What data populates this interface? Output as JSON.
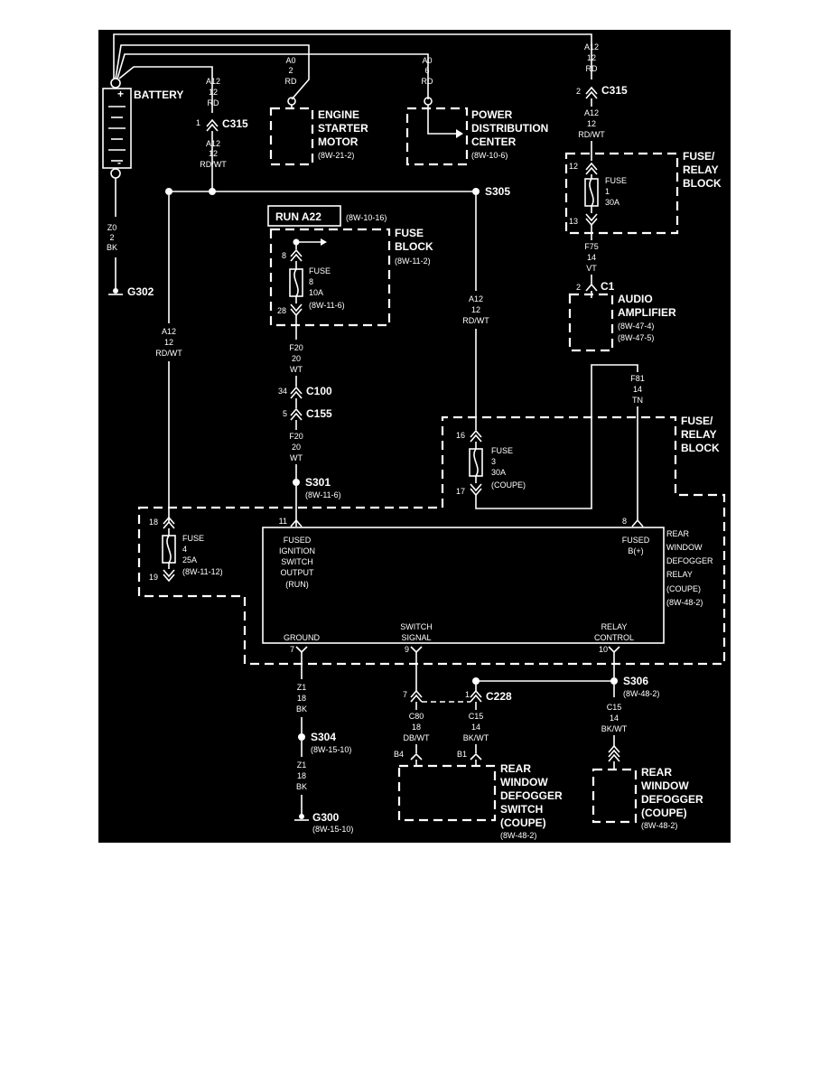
{
  "components": {
    "battery": {
      "label": "BATTERY",
      "plus": "+",
      "minus": "-"
    },
    "starter": {
      "label": [
        "ENGINE",
        "STARTER",
        "MOTOR"
      ],
      "ref": "(8W-21-2)"
    },
    "pdc": {
      "label": [
        "POWER",
        "DISTRIBUTION",
        "CENTER"
      ],
      "ref": "(8W-10-6)"
    },
    "frb_top": {
      "label": [
        "FUSE/",
        "RELAY",
        "BLOCK"
      ],
      "fuse": [
        "FUSE",
        "1",
        "30A"
      ],
      "pin_in": "12",
      "pin_out": "13"
    },
    "run_a22": {
      "label": "RUN A22",
      "ref": "(8W-10-16)"
    },
    "fuse_block": {
      "label": [
        "FUSE",
        "BLOCK"
      ],
      "ref": "(8W-11-2)",
      "fuse": [
        "FUSE",
        "8",
        "10A",
        "(8W-11-6)"
      ],
      "pin_in": "8",
      "pin_out": "28"
    },
    "audio_amp": {
      "label": [
        "AUDIO",
        "AMPLIFIER"
      ],
      "refs": [
        "(8W-47-4)",
        "(8W-47-5)"
      ],
      "pin": "2",
      "connector": "C1"
    },
    "frb_main": {
      "label": [
        "FUSE/",
        "RELAY",
        "BLOCK"
      ]
    },
    "fuse3": {
      "lines": [
        "FUSE",
        "3",
        "30A",
        "(COUPE)"
      ],
      "pin_in": "16",
      "pin_out": "17"
    },
    "fuse4": {
      "lines": [
        "FUSE",
        "4",
        "25A",
        "(8W-11-12)"
      ],
      "pin_in": "18",
      "pin_out": "19"
    },
    "relay": {
      "label": [
        "REAR",
        "WINDOW",
        "DEFOGGER",
        "RELAY",
        "(COUPE)",
        "(8W-48-2)"
      ],
      "term_ign": [
        "FUSED",
        "IGNITION",
        "SWITCH",
        "OUTPUT",
        "(RUN)"
      ],
      "term_b": [
        "FUSED",
        "B(+)"
      ],
      "ground": "GROUND",
      "switch_signal": [
        "SWITCH",
        "SIGNAL"
      ],
      "relay_control": [
        "RELAY",
        "CONTROL"
      ],
      "pins": {
        "ign": "11",
        "b": "8",
        "gnd": "7",
        "sig": "9",
        "ctl": "10"
      }
    },
    "switch": {
      "label": [
        "REAR",
        "WINDOW",
        "DEFOGGER",
        "SWITCH",
        "(COUPE)"
      ],
      "ref": "(8W-48-2)",
      "pin_b4": "B4",
      "pin_b1": "B1"
    },
    "defogger": {
      "label": [
        "REAR",
        "WINDOW",
        "DEFOGGER",
        "(COUPE)"
      ],
      "ref": "(8W-48-2)"
    }
  },
  "wires": {
    "a12_top": [
      "A12",
      "12",
      "RD"
    ],
    "a0_left": [
      "A0",
      "2",
      "RD"
    ],
    "a0_right": [
      "A0",
      "6",
      "RD"
    ],
    "a12_right_top": [
      "A12",
      "12",
      "RD"
    ],
    "a12_right_mid": [
      "A12",
      "12",
      "RD/WT"
    ],
    "a12_bat_mid": [
      "A12",
      "12",
      "RD/WT"
    ],
    "z0": [
      "Z0",
      "2",
      "BK"
    ],
    "a12_left": [
      "A12",
      "12",
      "RD/WT"
    ],
    "a12_center": [
      "A12",
      "12",
      "RD/WT"
    ],
    "f75": [
      "F75",
      "14",
      "VT"
    ],
    "f81": [
      "F81",
      "14",
      "TN"
    ],
    "f20_upper": [
      "F20",
      "20",
      "WT"
    ],
    "f20_lower": [
      "F20",
      "20",
      "WT"
    ],
    "z1_upper": [
      "Z1",
      "18",
      "BK"
    ],
    "z1_lower": [
      "Z1",
      "18",
      "BK"
    ],
    "c80": [
      "C80",
      "18",
      "DB/WT"
    ],
    "c15_mid": [
      "C15",
      "14",
      "BK/WT"
    ],
    "c15_right": [
      "C15",
      "14",
      "BK/WT"
    ]
  },
  "connectors": {
    "c315_left": {
      "pin": "1",
      "name": "C315"
    },
    "c315_right": {
      "pin": "2",
      "name": "C315"
    },
    "c100": {
      "pin": "34",
      "name": "C100"
    },
    "c155": {
      "pin": "5",
      "name": "C155"
    },
    "c228": {
      "pin_left": "7",
      "pin_right": "1",
      "name": "C228"
    }
  },
  "splices": {
    "s305": "S305",
    "s301": {
      "name": "S301",
      "ref": "(8W-11-6)"
    },
    "s304": {
      "name": "S304",
      "ref": "(8W-15-10)"
    },
    "s306": {
      "name": "S306",
      "ref": "(8W-48-2)"
    }
  },
  "grounds": {
    "g302": "G302",
    "g300": {
      "name": "G300",
      "ref": "(8W-15-10)"
    }
  }
}
